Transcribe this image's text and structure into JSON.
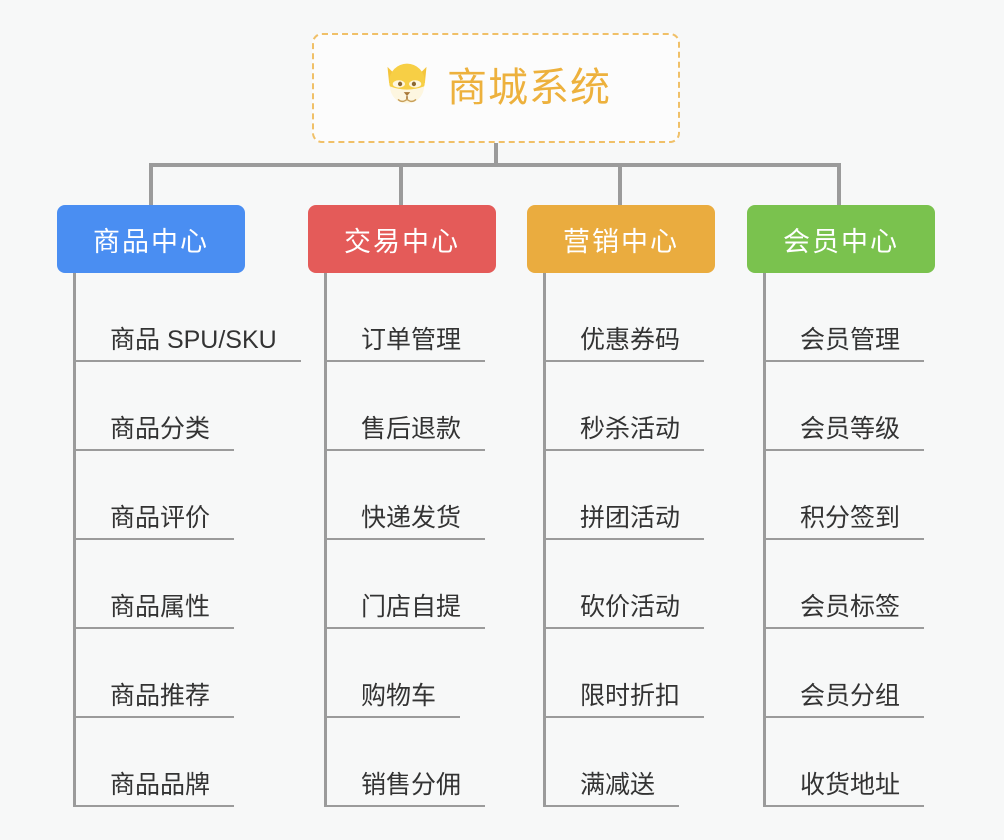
{
  "diagram": {
    "type": "mindmap",
    "background_color": "#f7f8f8",
    "connector_color": "#9b9b9b"
  },
  "root": {
    "title": "商城系统",
    "icon": "shiba-dog-face-icon",
    "border_color": "#f0c068",
    "title_color": "#edb13d"
  },
  "branches": [
    {
      "label": "商品中心",
      "color": "#4a8ef2",
      "items": [
        "商品 SPU/SKU",
        "商品分类",
        "商品评价",
        "商品属性",
        "商品推荐",
        "商品品牌"
      ]
    },
    {
      "label": "交易中心",
      "color": "#e45b59",
      "items": [
        "订单管理",
        "售后退款",
        "快递发货",
        "门店自提",
        "购物车",
        "销售分佣"
      ]
    },
    {
      "label": "营销中心",
      "color": "#eaac3f",
      "items": [
        "优惠券码",
        "秒杀活动",
        "拼团活动",
        "砍价活动",
        "限时折扣",
        "满减送"
      ]
    },
    {
      "label": "会员中心",
      "color": "#7ac24e",
      "items": [
        "会员管理",
        "会员等级",
        "积分签到",
        "会员标签",
        "会员分组",
        "收货地址"
      ]
    }
  ]
}
